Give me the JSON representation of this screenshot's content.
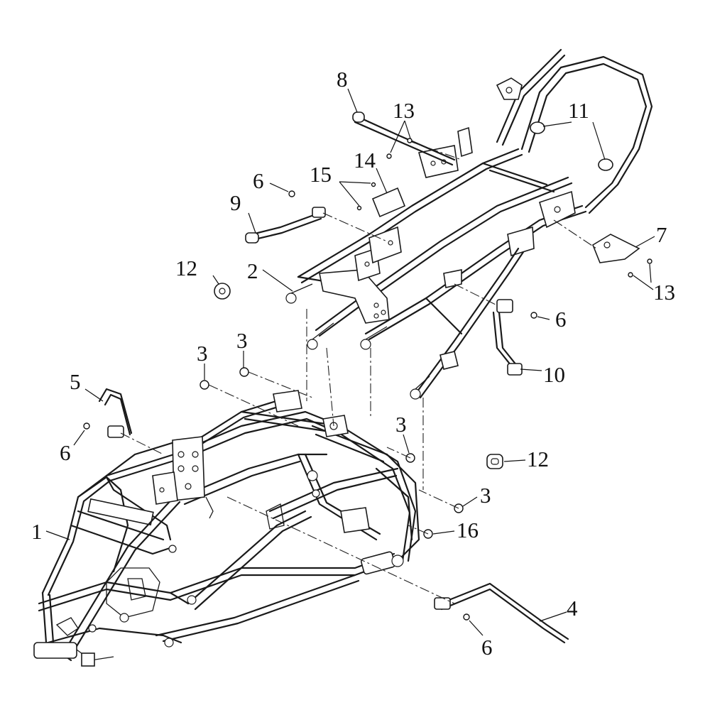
{
  "callouts": [
    {
      "id": "c1",
      "text": "1"
    },
    {
      "id": "c2",
      "text": "2"
    },
    {
      "id": "c3a",
      "text": "3"
    },
    {
      "id": "c3b",
      "text": "3"
    },
    {
      "id": "c3c",
      "text": "3"
    },
    {
      "id": "c3d",
      "text": "3"
    },
    {
      "id": "c4",
      "text": "4"
    },
    {
      "id": "c5",
      "text": "5"
    },
    {
      "id": "c6a",
      "text": "6"
    },
    {
      "id": "c6b",
      "text": "6"
    },
    {
      "id": "c6c",
      "text": "6"
    },
    {
      "id": "c6d",
      "text": "6"
    },
    {
      "id": "c7",
      "text": "7"
    },
    {
      "id": "c8",
      "text": "8"
    },
    {
      "id": "c9",
      "text": "9"
    },
    {
      "id": "c10",
      "text": "10"
    },
    {
      "id": "c11",
      "text": "11"
    },
    {
      "id": "c12a",
      "text": "12"
    },
    {
      "id": "c12b",
      "text": "12"
    },
    {
      "id": "c13a",
      "text": "13"
    },
    {
      "id": "c13b",
      "text": "13"
    },
    {
      "id": "c14",
      "text": "14"
    },
    {
      "id": "c15",
      "text": "15"
    },
    {
      "id": "c16",
      "text": "16"
    }
  ]
}
